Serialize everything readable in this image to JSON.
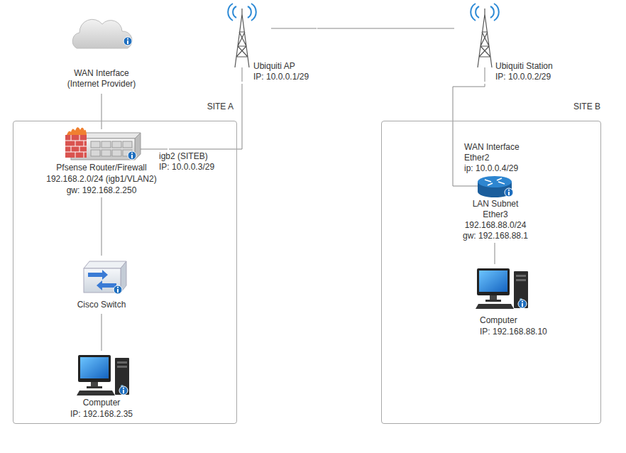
{
  "diagram": {
    "nodes": [
      {
        "text": [
          "WAN Interface (Internet Provider)"
        ]
      },
      {
        "text": [
          "Ubiquiti AP",
          "IP: 10.0.0.1/29"
        ]
      },
      {
        "text": [
          "Ubiquiti Station",
          "IP: 10.0.0.2/29"
        ]
      },
      {
        "text": [
          "SITE A"
        ]
      },
      {
        "text": [
          "SITE B"
        ]
      },
      {
        "text": [
          "Pfsense Router/Firewall",
          "192.168.2.0/24  (igb1/VLAN2)",
          "gw: 192.168.2.250"
        ],
        "in": 3
      },
      {
        "text": [
          "Cisco Switch"
        ],
        "in": 3
      },
      {
        "text": [
          "Computer",
          "IP: 192.168.2.35"
        ],
        "in": 3
      },
      {
        "text": [
          "WAN Interface Ether2",
          "ip: 10.0.0.4/29",
          "LAN Subnet Ether3",
          "192.168.88.0/24",
          "gw: 192.168.88.1"
        ],
        "in": 4
      },
      {
        "text": [
          "Computer",
          "IP: 192.168.88.10"
        ],
        "in": 4
      }
    ],
    "edges": [
      {
        "from": 0,
        "to": 5,
        "arrow": "none"
      },
      {
        "from": 5,
        "to": 1,
        "label": "igb2 (SITEB) IP: 10.0.0.3/29",
        "arrow": "none"
      },
      {
        "from": 1,
        "to": 2,
        "arrow": "none"
      },
      {
        "from": 2,
        "to": 8,
        "arrow": "none"
      },
      {
        "from": 5,
        "to": 6,
        "arrow": "none"
      },
      {
        "from": 6,
        "to": 7,
        "arrow": "none"
      },
      {
        "from": 8,
        "to": 9,
        "arrow": "none"
      }
    ]
  }
}
